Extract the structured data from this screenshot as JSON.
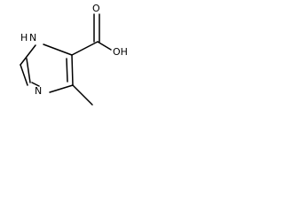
{
  "structure": {
    "atoms": {
      "nh": "H",
      "n_label": "N",
      "n3": "N",
      "oh": "OH",
      "o_carbonyl": "O"
    }
  }
}
